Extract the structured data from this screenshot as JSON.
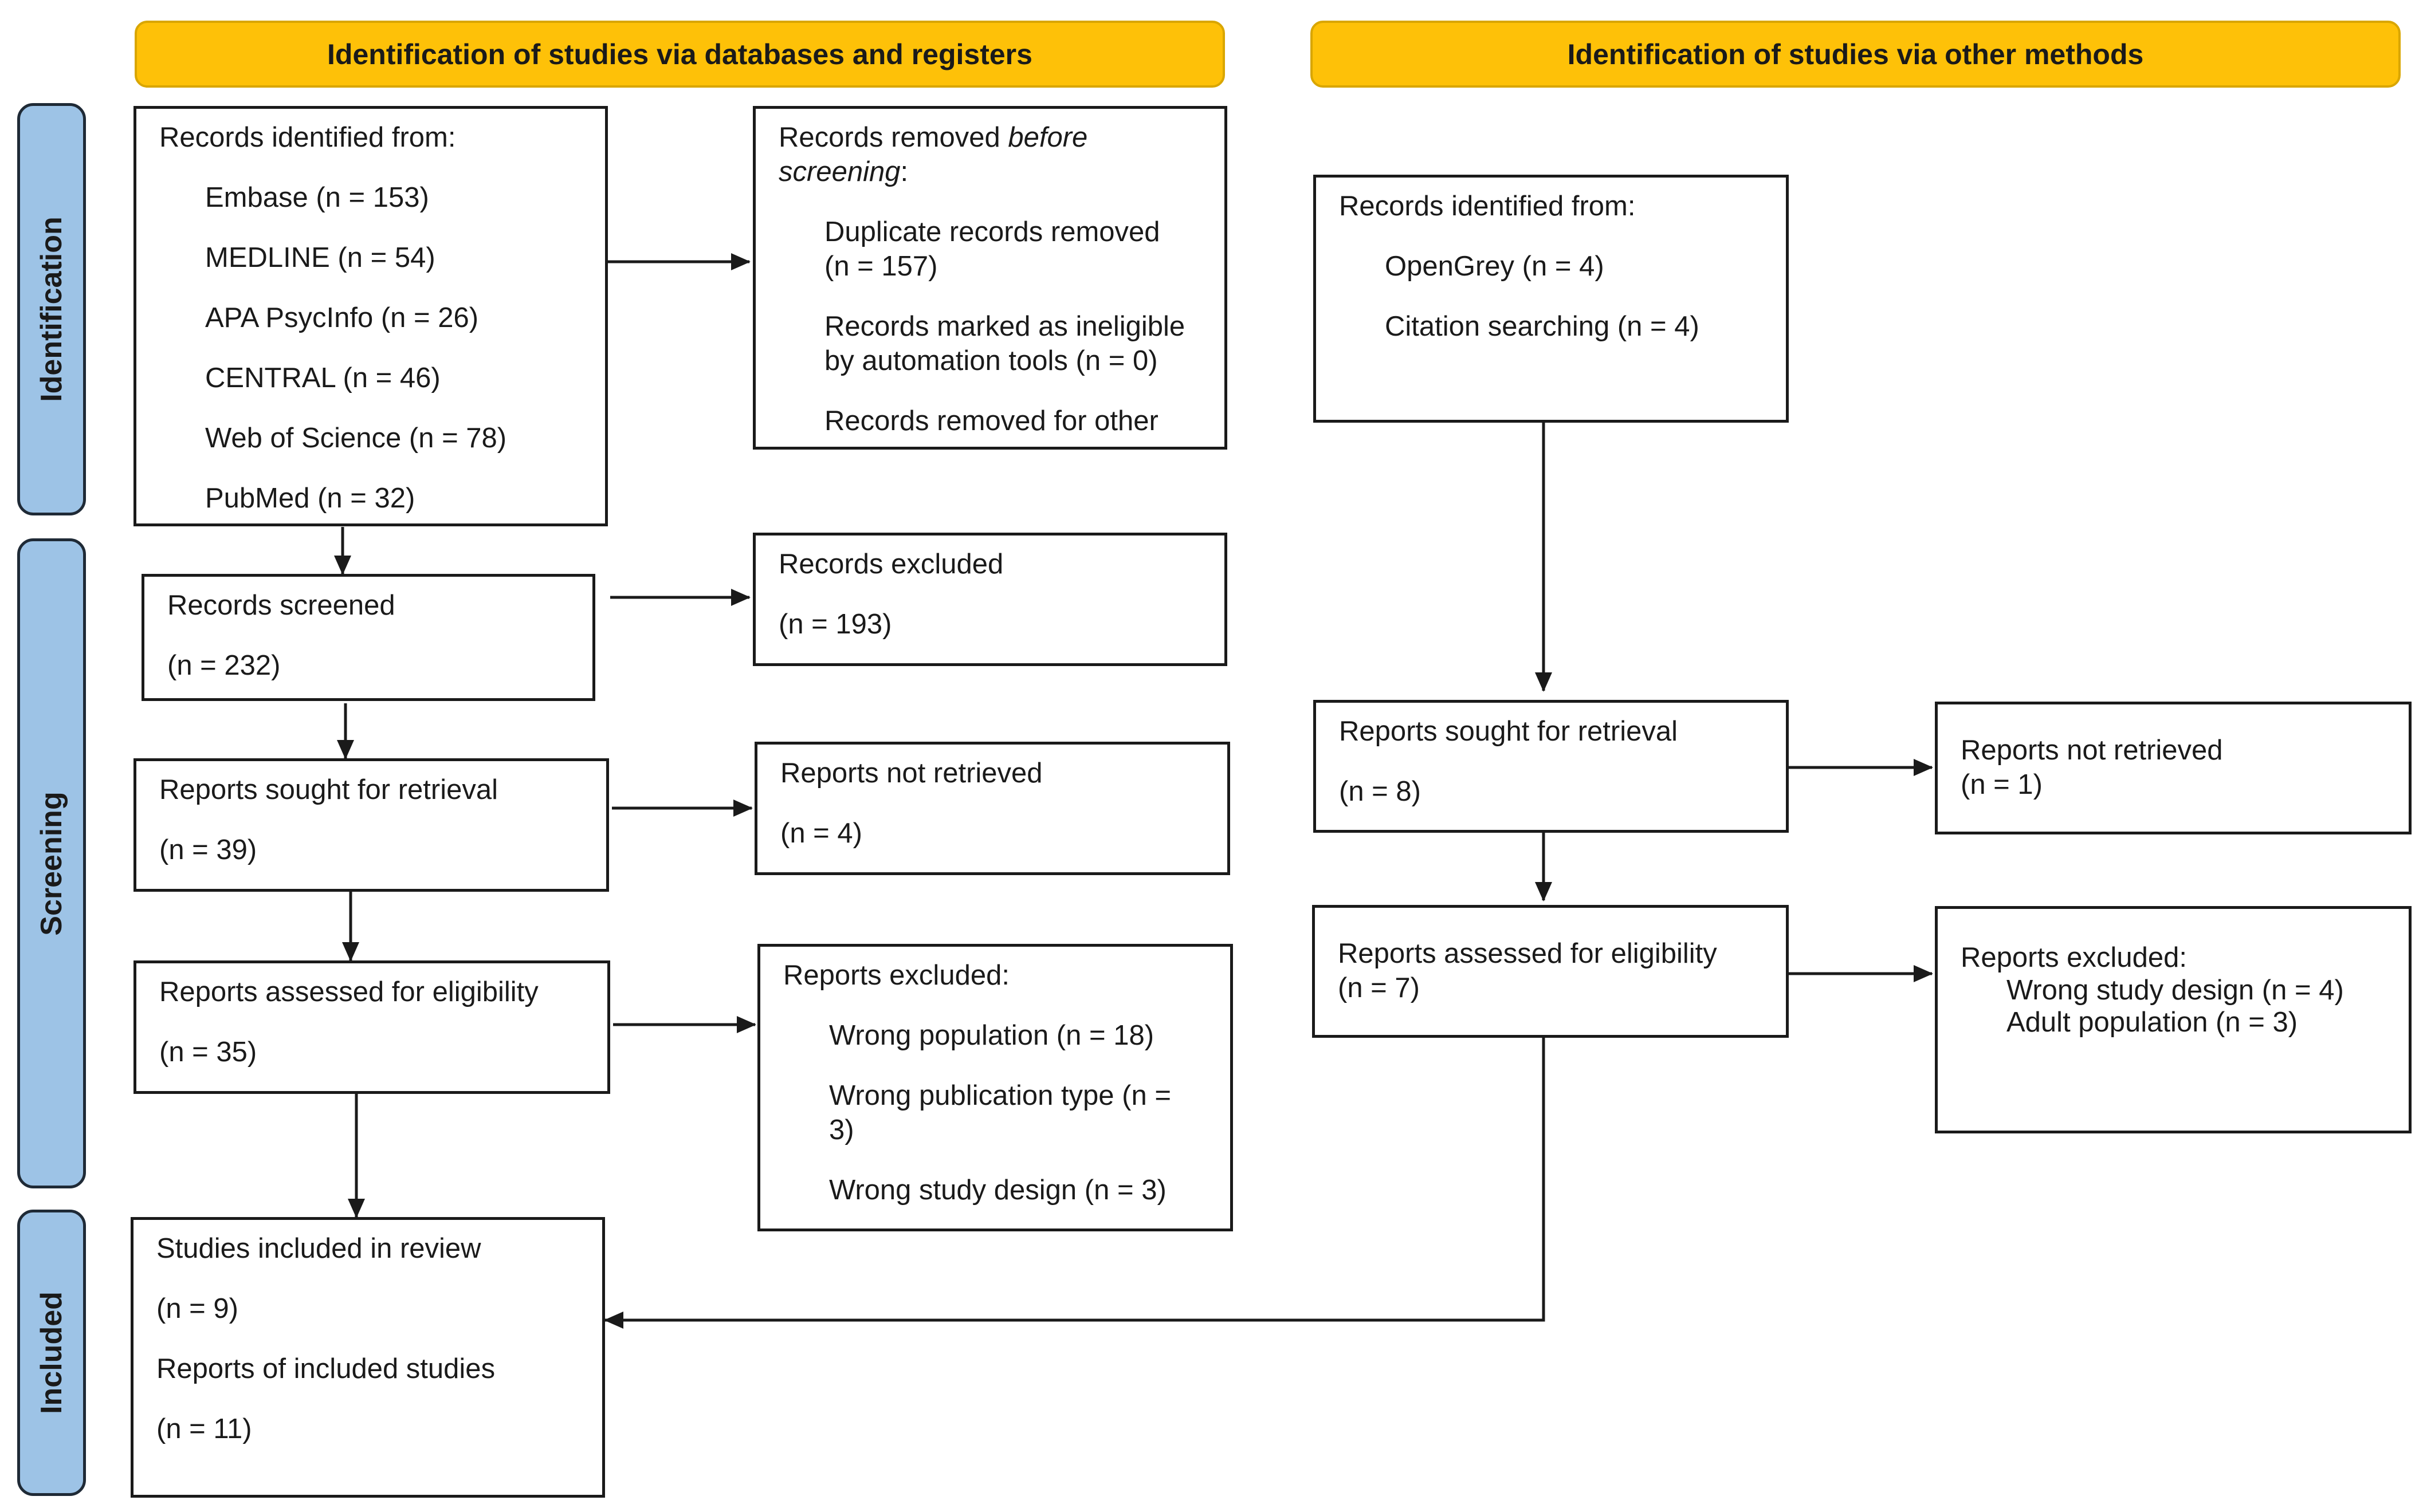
{
  "headers": {
    "databases": "Identification of studies via databases and registers",
    "other": "Identification of studies via other methods"
  },
  "phases": {
    "identification": "Identification",
    "screening": "Screening",
    "included": "Included"
  },
  "boxes": {
    "records_identified": {
      "title": "Records identified from:",
      "items": [
        "Embase (n = 153)",
        "MEDLINE (n = 54)",
        "APA PsycInfo (n = 26)",
        "CENTRAL (n = 46)",
        "Web of Science (n = 78)",
        "PubMed (n = 32)"
      ]
    },
    "records_removed": {
      "title_pre": "Records removed ",
      "title_em": "before",
      "title_em2": "screening",
      "title_post": ":",
      "items": [
        "Duplicate records removed",
        "(n = 157)",
        "Records marked as ineligible",
        "by automation tools (n = 0)",
        "Records removed for other"
      ]
    },
    "records_screened": {
      "title": "Records screened",
      "count": "(n = 232)"
    },
    "records_excluded": {
      "title": "Records excluded",
      "count": "(n = 193)"
    },
    "reports_sought": {
      "title": "Reports sought for retrieval",
      "count": "(n = 39)"
    },
    "reports_not_retrieved": {
      "title": "Reports not retrieved",
      "count": "(n = 4)"
    },
    "reports_assessed": {
      "title": "Reports assessed for eligibility",
      "count": "(n = 35)"
    },
    "reports_excluded": {
      "title": "Reports excluded:",
      "items": [
        "Wrong population (n = 18)",
        "Wrong publication type (n =",
        "3)",
        "Wrong study design (n = 3)"
      ]
    },
    "studies_included": {
      "title": "Studies included in review",
      "count": "(n = 9)",
      "title2": "Reports of included studies",
      "count2": "(n = 11)"
    },
    "other_records_identified": {
      "title": "Records identified from:",
      "items": [
        "OpenGrey (n = 4)",
        "Citation searching (n = 4)"
      ]
    },
    "other_reports_sought": {
      "title": "Reports sought for retrieval",
      "count": "(n = 8)"
    },
    "other_reports_not_retrieved": {
      "title": "Reports not retrieved",
      "count": "(n = 1)"
    },
    "other_reports_assessed": {
      "title": "Reports assessed for eligibility",
      "count": "(n = 7)"
    },
    "other_reports_excluded": {
      "title": "Reports excluded:",
      "items": [
        "Wrong study design (n = 4)",
        "Adult population (n = 3)"
      ]
    }
  },
  "colors": {
    "header_fill": "#fec108",
    "phase_fill": "#9dc3e6",
    "line": "#1a1a1a"
  }
}
